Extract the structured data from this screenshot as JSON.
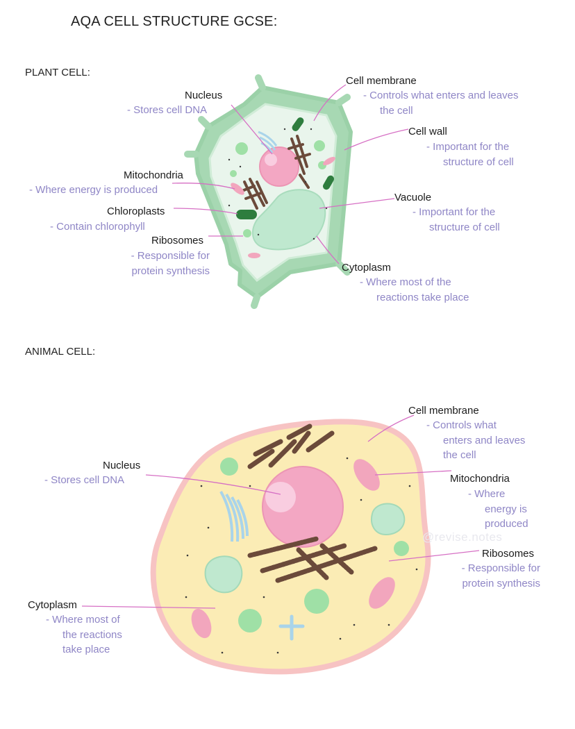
{
  "title": "AQA CELL STRUCTURE GCSE:",
  "watermark": "@revise.notes",
  "colors": {
    "label_text": "#1a1a1a",
    "description_text": "#8f86c6",
    "leader_line": "#d66fc4",
    "plant_wall": "#a7d8b3",
    "plant_cytoplasm": "#e9f5ec",
    "animal_membrane": "#f7c3c3",
    "animal_cytoplasm": "#fbecb5",
    "nucleus": "#f3a7c3",
    "vacuole": "#bfe8cf",
    "chloroplast": "#2e7d3e",
    "mitochondria": "#f2a6bd",
    "endoplasmic_reticulum": "#6b4a3a",
    "golgi": "#a9d4ea"
  },
  "plant": {
    "heading": "PLANT CELL:",
    "labels": {
      "nucleus": {
        "label": "Nucleus",
        "desc": "- Stores cell DNA"
      },
      "mitochondria": {
        "label": "Mitochondria",
        "desc": "- Where energy is produced"
      },
      "chloroplasts": {
        "label": "Chloroplasts",
        "desc": "- Contain chlorophyll"
      },
      "ribosomes": {
        "label": "Ribosomes",
        "desc1": "- Responsible for",
        "desc2": "protein synthesis"
      },
      "membrane": {
        "label": "Cell membrane",
        "desc1": "- Controls what enters and leaves",
        "desc2": "the cell"
      },
      "wall": {
        "label": "Cell wall",
        "desc1": "- Important for the",
        "desc2": "structure of cell"
      },
      "vacuole": {
        "label": "Vacuole",
        "desc1": "- Important for the",
        "desc2": "structure of cell"
      },
      "cytoplasm": {
        "label": "Cytoplasm",
        "desc1": "- Where most of the",
        "desc2": "reactions take place"
      }
    }
  },
  "animal": {
    "heading": "ANIMAL CELL:",
    "labels": {
      "nucleus": {
        "label": "Nucleus",
        "desc": "- Stores cell DNA"
      },
      "cytoplasm": {
        "label": "Cytoplasm",
        "desc1": "- Where most of",
        "desc2": "the reactions",
        "desc3": "take place"
      },
      "membrane": {
        "label": "Cell membrane",
        "desc1": "- Controls what",
        "desc2": "enters and leaves",
        "desc3": "the cell"
      },
      "mitochondria": {
        "label": "Mitochondria",
        "desc1": "- Where",
        "desc2": "energy is",
        "desc3": "produced"
      },
      "ribosomes": {
        "label": "Ribosomes",
        "desc1": "- Responsible for",
        "desc2": "protein synthesis"
      }
    }
  }
}
